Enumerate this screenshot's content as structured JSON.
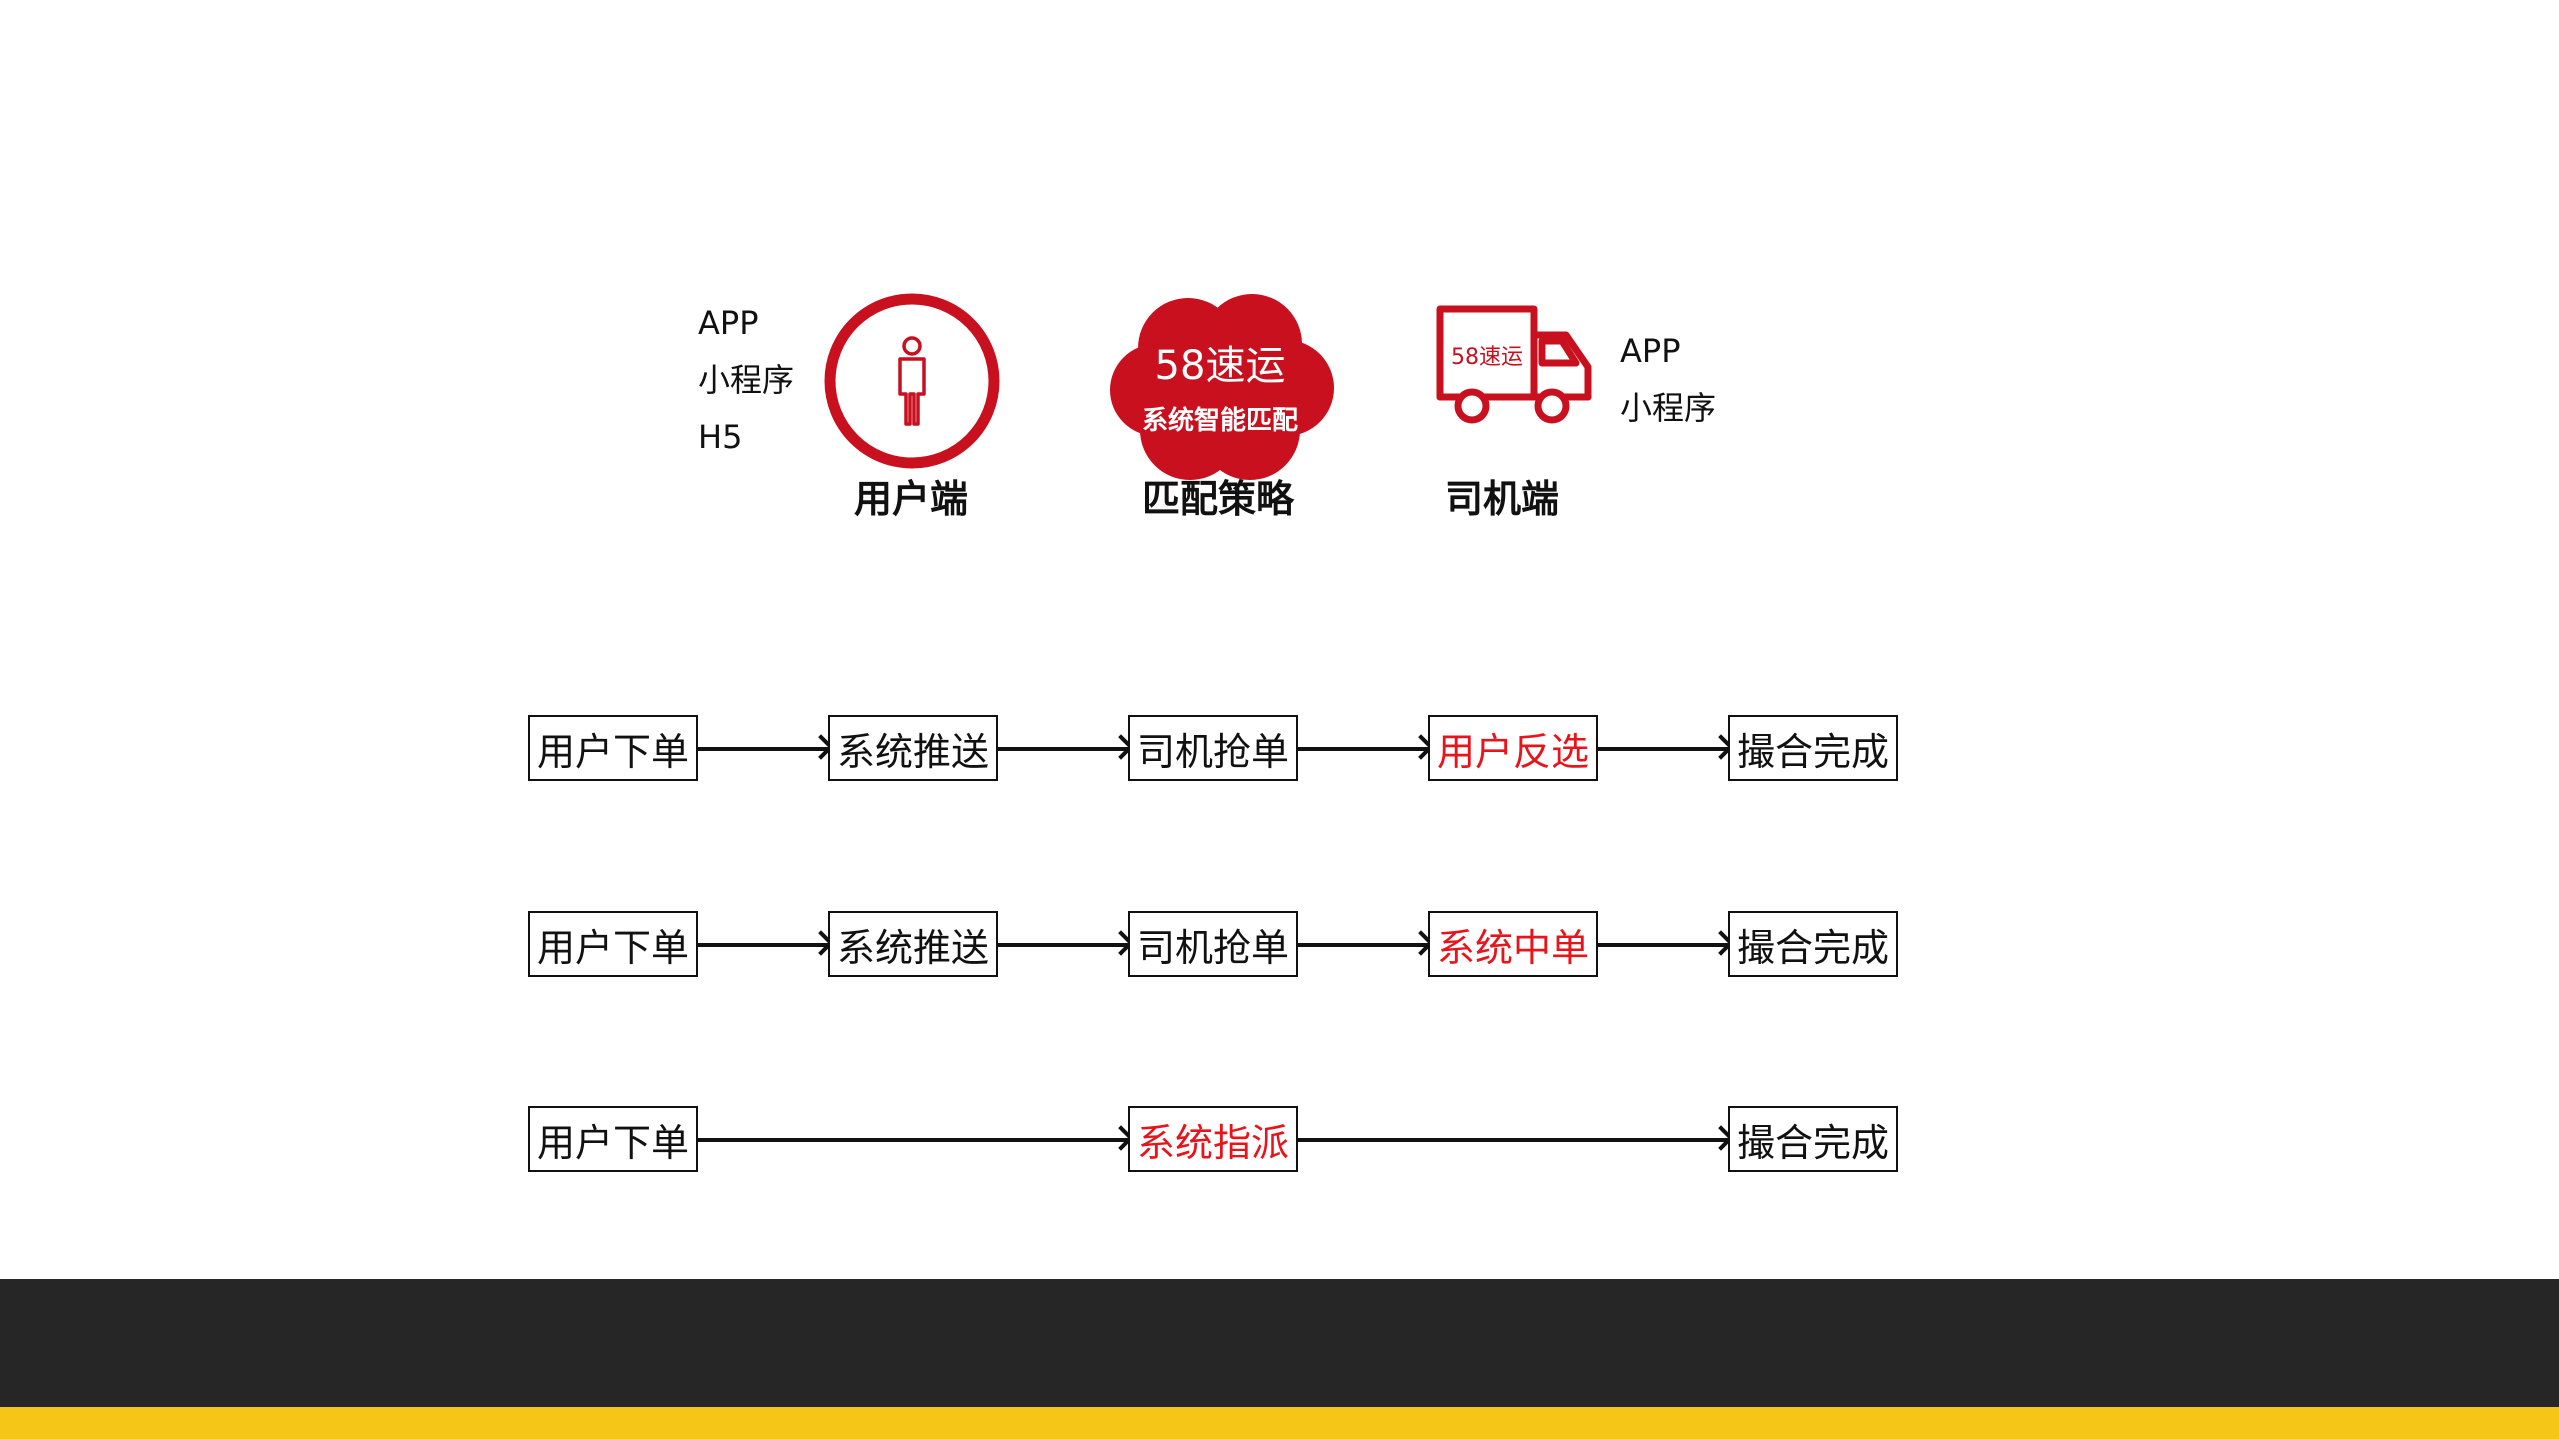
{
  "top": {
    "user_side": {
      "platforms": [
        "APP",
        "小程序",
        "H5"
      ],
      "caption": "用户端"
    },
    "strategy": {
      "cloud_title": "58速运",
      "cloud_sub": "系统智能匹配",
      "caption": "匹配策略"
    },
    "driver_side": {
      "truck_label": "58速运",
      "platforms": [
        "APP",
        "小程序"
      ],
      "caption": "司机端"
    }
  },
  "flows": [
    {
      "steps": [
        {
          "label": "用户下单",
          "highlight": false
        },
        {
          "label": "系统推送",
          "highlight": false
        },
        {
          "label": "司机抢单",
          "highlight": false
        },
        {
          "label": "用户反选",
          "highlight": true
        },
        {
          "label": "撮合完成",
          "highlight": false
        }
      ]
    },
    {
      "steps": [
        {
          "label": "用户下单",
          "highlight": false
        },
        {
          "label": "系统推送",
          "highlight": false
        },
        {
          "label": "司机抢单",
          "highlight": false
        },
        {
          "label": "系统中单",
          "highlight": true
        },
        {
          "label": "撮合完成",
          "highlight": false
        }
      ]
    },
    {
      "steps": [
        {
          "label": "用户下单",
          "highlight": false
        },
        {
          "label": "系统指派",
          "highlight": true
        },
        {
          "label": "撮合完成",
          "highlight": false
        }
      ]
    }
  ],
  "colors": {
    "accent_red": "#c8101e",
    "highlight_text": "#e8141b",
    "footer_dark": "#262626",
    "footer_yellow": "#f5c518"
  }
}
